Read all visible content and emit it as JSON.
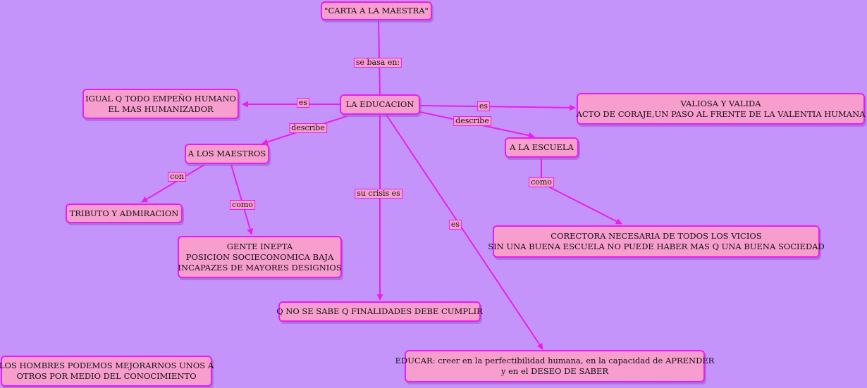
{
  "nodes": {
    "carta": [
      "\"CARTA A LA MAESTRA\""
    ],
    "educacion": [
      "LA EDUCACION"
    ],
    "igual": [
      "IGUAL Q TODO EMPEÑO HUMANO",
      "EL MAS HUMANIZADOR"
    ],
    "valiosa": [
      "VALIOSA Y VALIDA",
      "ACTO DE CORAJE,UN PASO AL FRENTE DE LA VALENTIA HUMANA"
    ],
    "maestros": [
      "A LOS MAESTROS"
    ],
    "escuela": [
      "A LA ESCUELA"
    ],
    "tributo": [
      "TRIBUTO Y ADMIRACION"
    ],
    "gente": [
      "GENTE INEPTA",
      "POSICION SOCIECONOMICA BAJA",
      "INCAPAZES DE MAYORES DESIGNIOS"
    ],
    "corectora": [
      "CORECTORA NECESARIA DE TODOS LOS VICIOS",
      "SIN UNA BUENA ESCUELA NO PUEDE HABER MAS Q UNA BUENA SOCIEDAD"
    ],
    "finalidades": [
      "Q NO SE SABE Q FINALIDADES DEBE CUMPLIR"
    ],
    "educar": [
      "EDUCAR: creer en la perfectibilidad humana, en la capacidad de APRENDER",
      "y en el DESEO DE SABER"
    ],
    "hombres": [
      "LOS HOMBRES PODEMOS MEJORARNOS UNOS A",
      "OTROS POR MEDIO DEL CONOCIMIENTO"
    ]
  },
  "links": {
    "se_basa_en": "se basa en:",
    "es_igual": "es",
    "es_valiosa": "es",
    "describe_maestros": "describe",
    "describe_escuela": "describe",
    "con": "con",
    "como_gente": "como",
    "su_crisis_es": "su crisis es",
    "es_educar": "es",
    "como_corectora": "como"
  },
  "colors": {
    "background": "#c594fb",
    "node_fill": "#f79ece",
    "node_border": "#e81ef0",
    "connector": "#e81ef0"
  }
}
